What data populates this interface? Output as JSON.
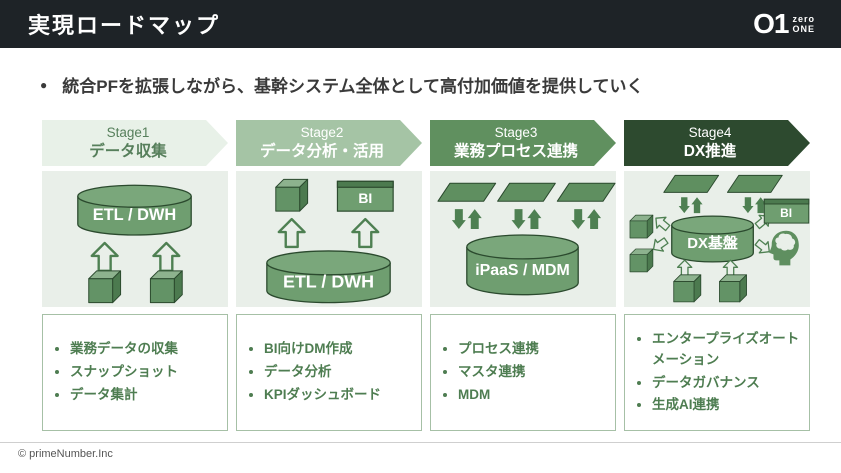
{
  "header": {
    "title": "実現ロードマップ",
    "logo_main": "O1",
    "logo_zero": "zero",
    "logo_one": "ONE"
  },
  "summary": {
    "marker": "●",
    "text": "統合PFを拡張しながら、基幹システム全体として高付加価値を提供していく"
  },
  "stages": [
    {
      "label": "Stage1",
      "name": "データ収集",
      "arrow_bg": "#e8f1e8",
      "arrow_fg": "#567f5b",
      "bullets": [
        "業務データの収集",
        "スナップショット",
        "データ集計"
      ]
    },
    {
      "label": "Stage2",
      "name": "データ分析・活用",
      "arrow_bg": "#a5c4a5",
      "arrow_fg": "#ffffff",
      "bullets": [
        "BI向けDM作成",
        "データ分析",
        "KPIダッシュボード"
      ]
    },
    {
      "label": "Stage3",
      "name": "業務プロセス連携",
      "arrow_bg": "#60905f",
      "arrow_fg": "#ffffff",
      "bullets": [
        "プロセス連携",
        "マスタ連携",
        "MDM"
      ]
    },
    {
      "label": "Stage4",
      "name": "DX推進",
      "arrow_bg": "#2d4a2f",
      "arrow_fg": "#ffffff",
      "bullets": [
        "エンタープライズオートメーション",
        "データガバナンス",
        "生成AI連携"
      ]
    }
  ],
  "diagrams": {
    "stage1": {
      "db_label": "ETL / DWH"
    },
    "stage2": {
      "db_label": "ETL / DWH",
      "bi_label": "BI"
    },
    "stage3": {
      "db_label": "iPaaS / MDM"
    },
    "stage4": {
      "db_label": "DX基盤",
      "bi_label": "BI"
    }
  },
  "footer": {
    "copyright": "© primeNumber.Inc"
  }
}
